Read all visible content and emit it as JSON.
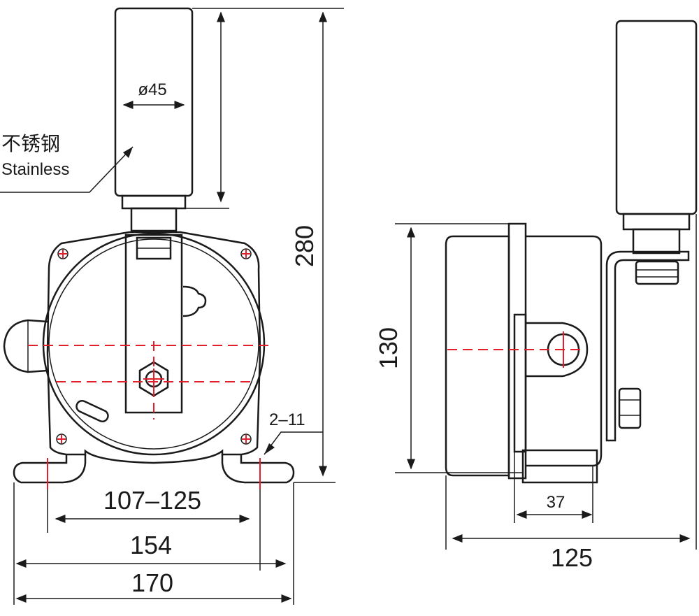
{
  "dimensions": {
    "diameter": "ø45",
    "height_total": "280",
    "height_side": "130",
    "mount_hole": "2–11",
    "mount_range": "107–125",
    "mount_spacing": "154",
    "base_width": "170",
    "bracket_offset": "37",
    "side_depth": "125"
  },
  "material": {
    "label_cn": "不锈钢",
    "label_en": "Stainless"
  },
  "colors": {
    "line": "#1a1a1a",
    "centerline": "#e0202a"
  }
}
